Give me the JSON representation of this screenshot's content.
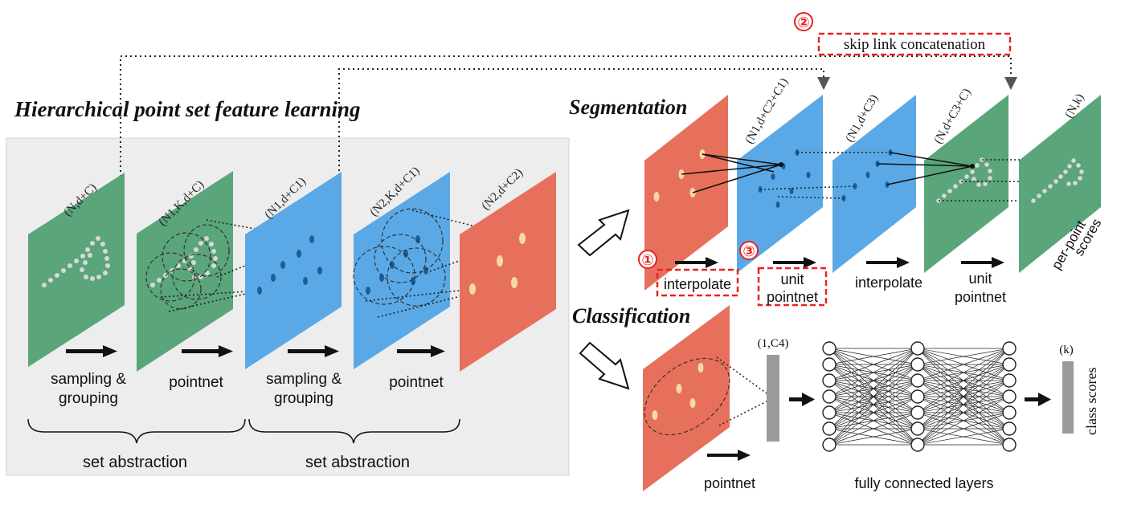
{
  "left_panel": {
    "title": "Hierarchical point set feature learning",
    "planes": [
      {
        "dims": "(N,d+C)",
        "color": "#5aa57a"
      },
      {
        "dims": "(N1,K,d+C)",
        "color": "#5aa57a"
      },
      {
        "dims": "(N1,d+C1)",
        "color": "#5aa9e6"
      },
      {
        "dims": "(N2,K,d+C1)",
        "color": "#5aa9e6"
      },
      {
        "dims": "(N2,d+C2)",
        "color": "#e7705c"
      }
    ],
    "step_labels": [
      {
        "line1": "sampling &",
        "line2": "grouping"
      },
      {
        "line1": "pointnet",
        "line2": ""
      },
      {
        "line1": "sampling &",
        "line2": "grouping"
      },
      {
        "line1": "pointnet",
        "line2": ""
      }
    ],
    "brace_labels": [
      "set abstraction",
      "set abstraction"
    ]
  },
  "segmentation": {
    "title": "Segmentation",
    "plane_dims": [
      "(N1,d+C2+C1)",
      "(N1,d+C3)",
      "(N,d+C3+C)",
      "(N,k)"
    ],
    "step_labels": [
      {
        "line1": "interpolate",
        "line2": ""
      },
      {
        "line1": "unit",
        "line2": "pointnet"
      },
      {
        "line1": "interpolate",
        "line2": ""
      },
      {
        "line1": "unit",
        "line2": "pointnet"
      }
    ],
    "output_label": {
      "line1": "per-point",
      "line2": "scores"
    },
    "skip_link_label": "skip link concatenation",
    "markers": [
      "①",
      "②",
      "③"
    ]
  },
  "classification": {
    "title": "Classification",
    "feature_dims": "(1,C4)",
    "output_dims": "(k)",
    "pointnet_label": "pointnet",
    "fc_label": "fully connected layers",
    "output_label": "class scores"
  },
  "colors": {
    "green": "#5aa57a",
    "blue": "#5aa9e6",
    "red": "#e7705c",
    "highlight": "#e8231f",
    "panel_bg": "#ededed",
    "point_light": "#f8d9a6",
    "point_dark": "#1a5e9b",
    "point_gray": "#d8d8d8"
  }
}
